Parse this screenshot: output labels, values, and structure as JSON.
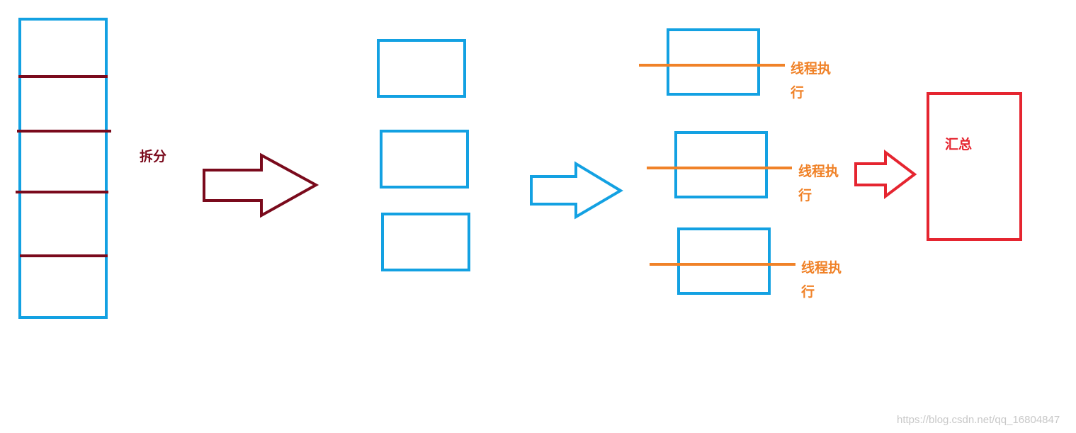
{
  "labels": {
    "split": "拆分",
    "thread_exec": [
      "线程执行",
      "线程执行",
      "线程执行"
    ],
    "summary": "汇总"
  },
  "watermark": "https://blog.csdn.net/qq_16804847",
  "colors": {
    "blue": "#13a1e2",
    "dark_red": "#7a0a1c",
    "orange": "#f08228",
    "red": "#e52530"
  }
}
